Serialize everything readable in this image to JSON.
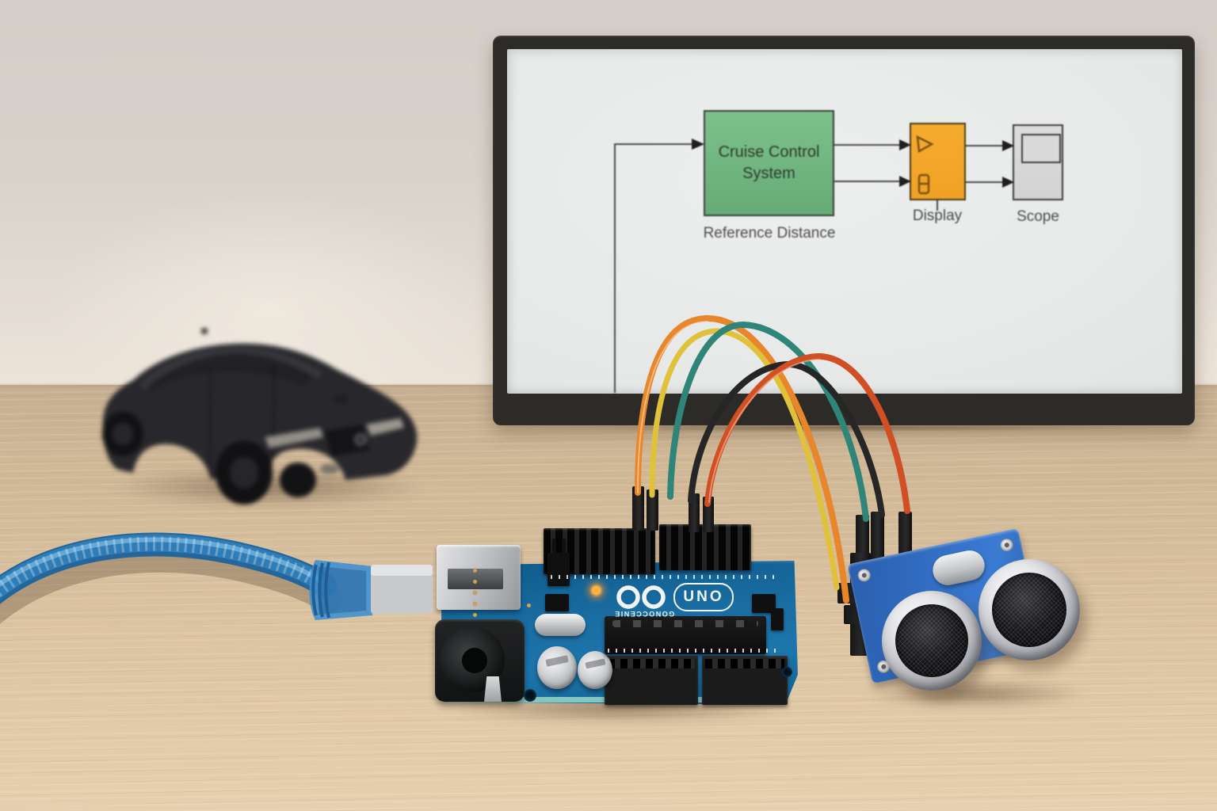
{
  "monitor": {
    "diagram": {
      "type": "block-diagram",
      "cruise_label": "Cruise Control System",
      "reference_label": "Reference Distance",
      "display_label": "Display",
      "scope_label": "Scope",
      "block_colors": {
        "cruise": "#6fb47e",
        "display": "#f2a42a",
        "scope": "#d8d8d8"
      },
      "line_color": "#4a4a4a",
      "connections": [
        {
          "from": "feedback-line",
          "to": "Cruise Control System",
          "arrows": 1
        },
        {
          "from": "Cruise Control System",
          "to": "Display",
          "arrows": 2
        },
        {
          "from": "Display",
          "to": "Scope",
          "arrows": 2
        }
      ]
    }
  },
  "arduino": {
    "model_label": "UNO",
    "brand_text": "GONOCCENIE",
    "board_color": "#196da1",
    "led_on_color": "#ff9a2e"
  },
  "sensor": {
    "board_color": "#336fc4",
    "transducer_count": 2
  },
  "wires": {
    "colors": [
      "#e8862c",
      "#e0c23a",
      "#2f8578",
      "#262626",
      "#d14f24"
    ]
  },
  "usb_cable": {
    "color": "#2e7cb4"
  },
  "car": {
    "body_color": "#28282c"
  }
}
